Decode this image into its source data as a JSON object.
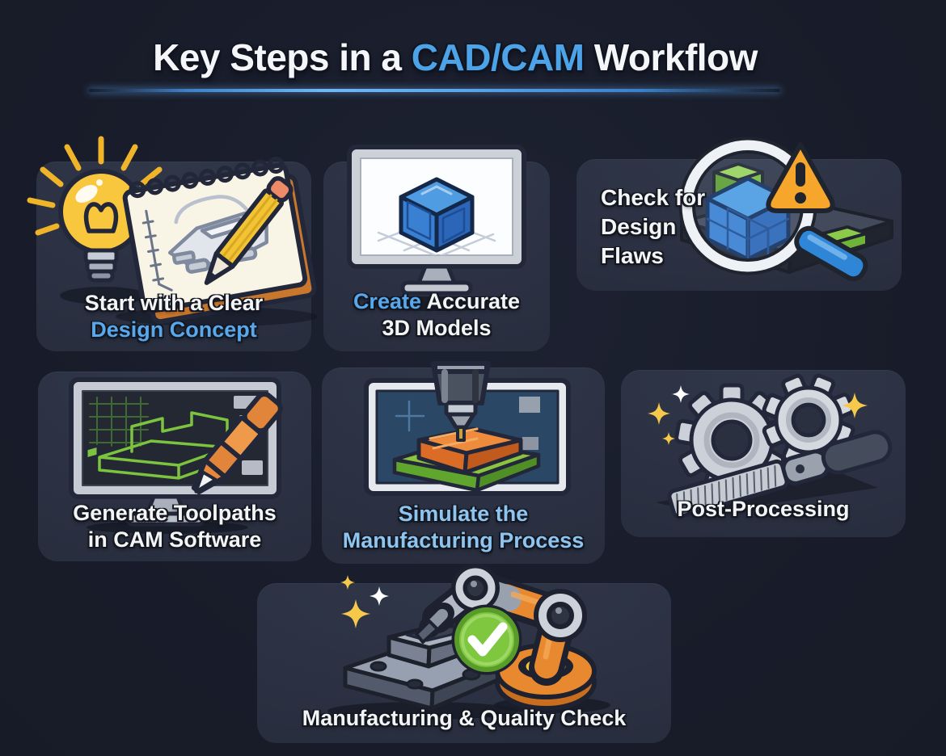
{
  "title": {
    "prefix": "Key Steps in a",
    "accent": "CAD/CAM",
    "suffix": "Workflow"
  },
  "cards": {
    "design_concept": {
      "line1": "Start with a Clear",
      "line2": "Design Concept",
      "icon": "lightbulb-sketchpad-icon"
    },
    "models_3d": {
      "line1_accent": "Create",
      "line1_rest": "Accurate",
      "line2": "3D Models",
      "icon": "monitor-3d-cube-icon"
    },
    "design_flaws": {
      "line1": "Check for",
      "line2": "Design",
      "line3": "Flaws",
      "icon": "magnifier-warning-icon"
    },
    "toolpaths": {
      "line1": "Generate Toolpaths",
      "line2": "in CAM Software",
      "icon": "cam-monitor-stylus-icon"
    },
    "simulate": {
      "line1": "Simulate the",
      "line2": "Manufacturing Process",
      "icon": "cnc-simulation-icon"
    },
    "post_processing": {
      "label": "Post-Processing",
      "icon": "gears-file-icon"
    },
    "quality_check": {
      "label": "Manufacturing & Quality Check",
      "icon": "robot-arm-check-icon"
    }
  },
  "colors": {
    "page_background": "#191d2b",
    "card_background": "#2b3142",
    "title_accent_blue": "#4da3e8",
    "caption_blue": "#57a8ec",
    "caption_light_blue": "#8ec5f0",
    "caption_white": "#f3f4f6",
    "underline_blue": "#5ba4e6"
  }
}
